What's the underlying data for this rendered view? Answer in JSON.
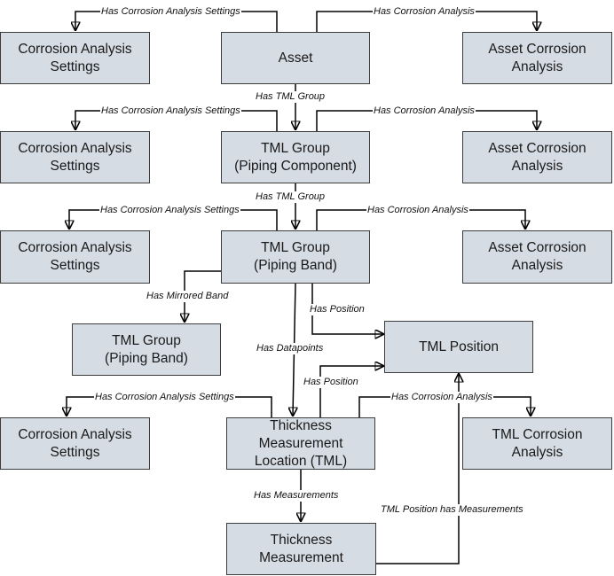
{
  "nodes": {
    "cas1": {
      "lines": [
        "Corrosion Analysis",
        "Settings"
      ]
    },
    "asset": {
      "lines": [
        "Asset"
      ]
    },
    "aca1": {
      "lines": [
        "Asset Corrosion",
        "Analysis"
      ]
    },
    "cas2": {
      "lines": [
        "Corrosion Analysis",
        "Settings"
      ]
    },
    "tml_pc": {
      "lines": [
        "TML Group",
        "(Piping Component)"
      ]
    },
    "aca2": {
      "lines": [
        "Asset Corrosion",
        "Analysis"
      ]
    },
    "cas3": {
      "lines": [
        "Corrosion Analysis",
        "Settings"
      ]
    },
    "tml_pb": {
      "lines": [
        "TML Group",
        "(Piping Band)"
      ]
    },
    "aca3": {
      "lines": [
        "Asset Corrosion",
        "Analysis"
      ]
    },
    "tml_pb_mirror": {
      "lines": [
        "TML Group",
        "(Piping Band)"
      ]
    },
    "tml_pos": {
      "lines": [
        "TML Position"
      ]
    },
    "cas4": {
      "lines": [
        "Corrosion Analysis",
        "Settings"
      ]
    },
    "tml": {
      "lines": [
        "Thickness",
        "Measurement",
        "Location (TML)"
      ]
    },
    "tml_ca": {
      "lines": [
        "TML Corrosion",
        "Analysis"
      ]
    },
    "tm": {
      "lines": [
        "Thickness",
        "Measurement"
      ]
    }
  },
  "edges": {
    "asset_cas1": "Has Corrosion Analysis Settings",
    "asset_aca1": "Has Corrosion Analysis",
    "asset_tmlpc": "Has TML Group",
    "tmlpc_cas2": "Has Corrosion Analysis Settings",
    "tmlpc_aca2": "Has Corrosion Analysis",
    "tmlpc_tmlpb": "Has TML Group",
    "tmlpb_cas3": "Has Corrosion Analysis Settings",
    "tmlpb_aca3": "Has Corrosion Analysis",
    "tmlpb_mirror": "Has Mirrored Band",
    "tmlpb_pos": "Has Position",
    "tmlpb_tml": "Has Datapoints",
    "tml_pos": "Has Position",
    "tml_cas4": "Has Corrosion Analysis Settings",
    "tml_tmlca": "Has Corrosion Analysis",
    "tml_tm": "Has Measurements",
    "tm_pos": "TML Position has Measurements"
  }
}
